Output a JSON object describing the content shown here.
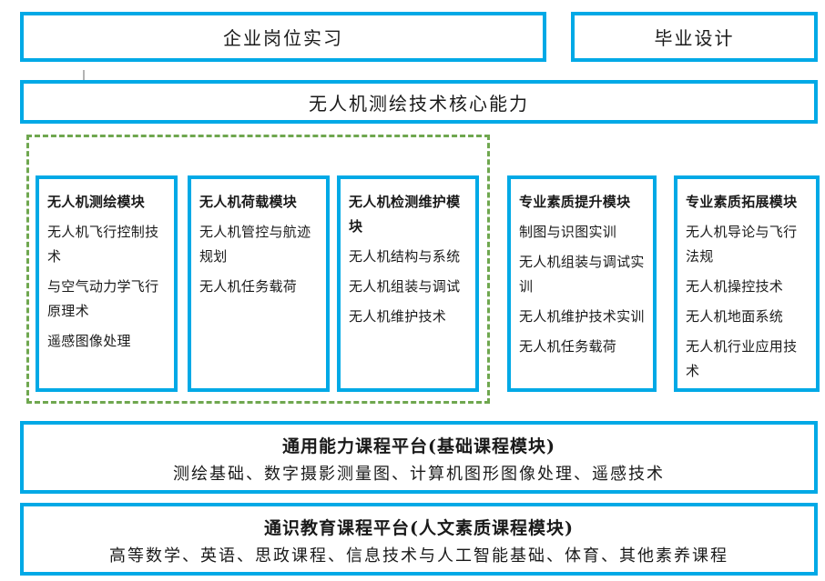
{
  "colors": {
    "box_border": "#00a9e6",
    "dashed_border": "#6fa74f",
    "text": "#1a1a1a",
    "artifact": "#b3b3b3"
  },
  "top_row": {
    "internship_label": "企业岗位实习",
    "graduation_label": "毕业设计"
  },
  "core_banner_label": "无人机测绘技术核心能力",
  "modules": [
    {
      "title": "无人机测绘模块",
      "courses": [
        "无人机飞行控制技术",
        "与空气动力学飞行原理术",
        "遥感图像处理"
      ]
    },
    {
      "title": "无人机荷载模块",
      "courses": [
        "无人机管控与航迹规划",
        "无人机任务载荷"
      ]
    },
    {
      "title": "无人机检测维护模块",
      "courses": [
        "无人机结构与系统",
        "无人机组装与调试",
        "无人机维护技术"
      ]
    },
    {
      "title": "专业素质提升模块",
      "courses": [
        "制图与识图实训",
        "无人机组装与调试实训",
        "无人机维护技术实训",
        "无人机任务载荷"
      ]
    },
    {
      "title": "专业素质拓展模块",
      "courses": [
        "无人机导论与飞行法规",
        "无人机操控技术",
        "无人机地面系统",
        "无人机行业应用技术"
      ]
    }
  ],
  "platforms": [
    {
      "title": "通用能力课程平台(基础课程模块)",
      "courses": "测绘基础、数字摄影测量图、计算机图形图像处理、遥感技术"
    },
    {
      "title": "通识教育课程平台(人文素质课程模块)",
      "courses": "高等数学、英语、思政课程、信息技术与人工智能基础、体育、其他素养课程"
    }
  ]
}
